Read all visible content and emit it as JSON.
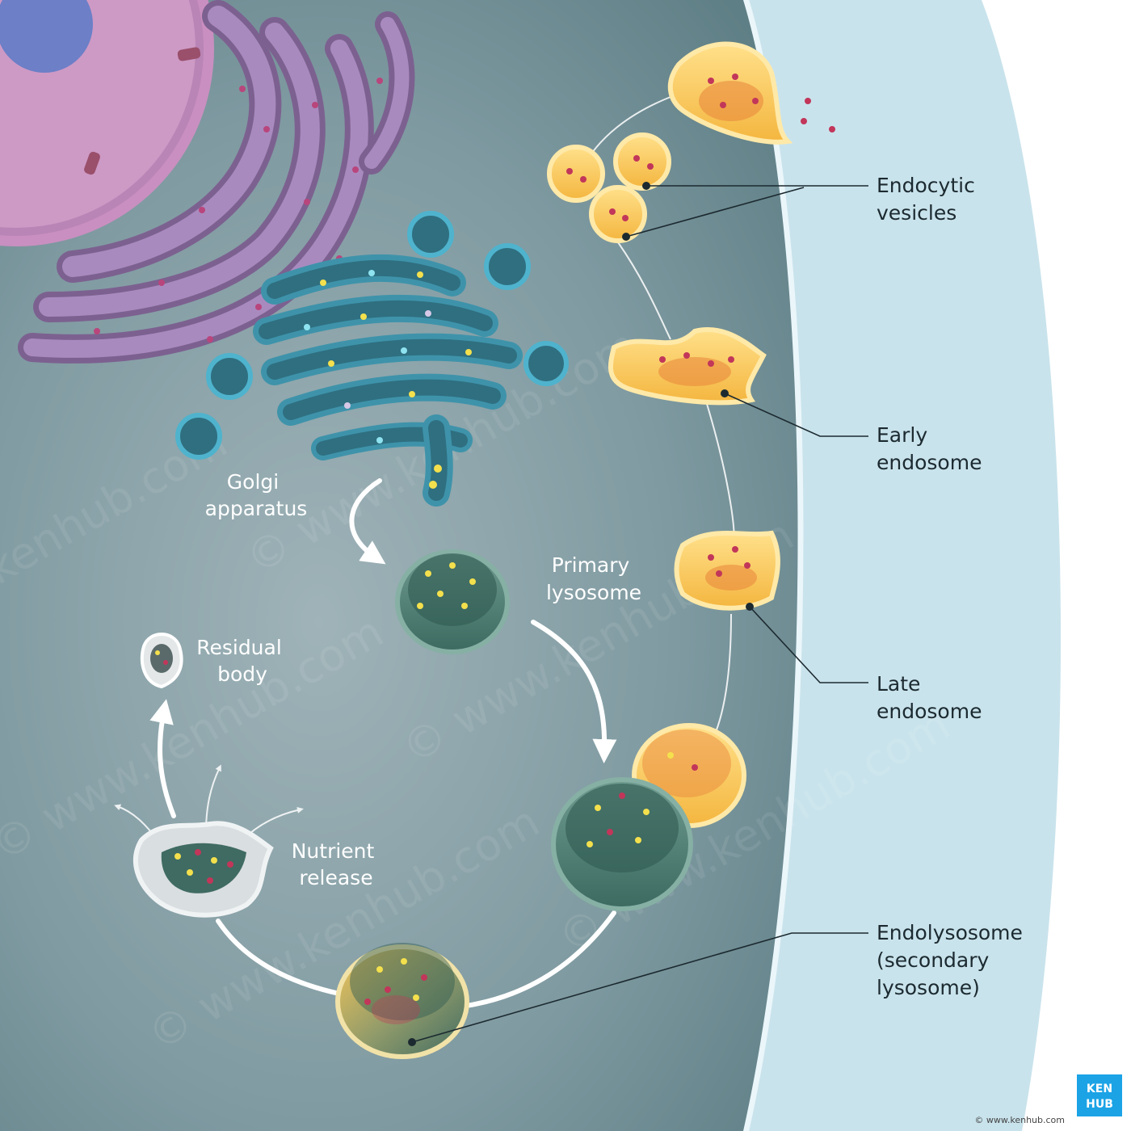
{
  "labels": {
    "endocytic": [
      "Endocytic",
      "vesicles"
    ],
    "early": [
      "Early",
      "endosome"
    ],
    "late": [
      "Late",
      "endosome"
    ],
    "endolysosome": [
      "Endolysosome",
      "(secondary",
      "lysosome)"
    ],
    "golgi": [
      "Golgi",
      "apparatus"
    ],
    "primary": [
      "Primary",
      "lysosome"
    ],
    "residual": [
      "Residual",
      "body"
    ],
    "nutrient": [
      "Nutrient",
      "release"
    ]
  },
  "watermark": "© www.kenhub.com",
  "logo": {
    "line1": "KEN",
    "line2": "HUB"
  },
  "footer": "© www.kenhub.com",
  "colors": {
    "cytoplasm": "#7a969d",
    "membrane": "#c9e3ec",
    "endosome": "#f6c75a",
    "lysosome": "#3f6b62",
    "golgi": "#4fb3cd",
    "er": "#8a6fa0",
    "nucleus": "#c98fc0",
    "brand": "#1ba3e6"
  }
}
